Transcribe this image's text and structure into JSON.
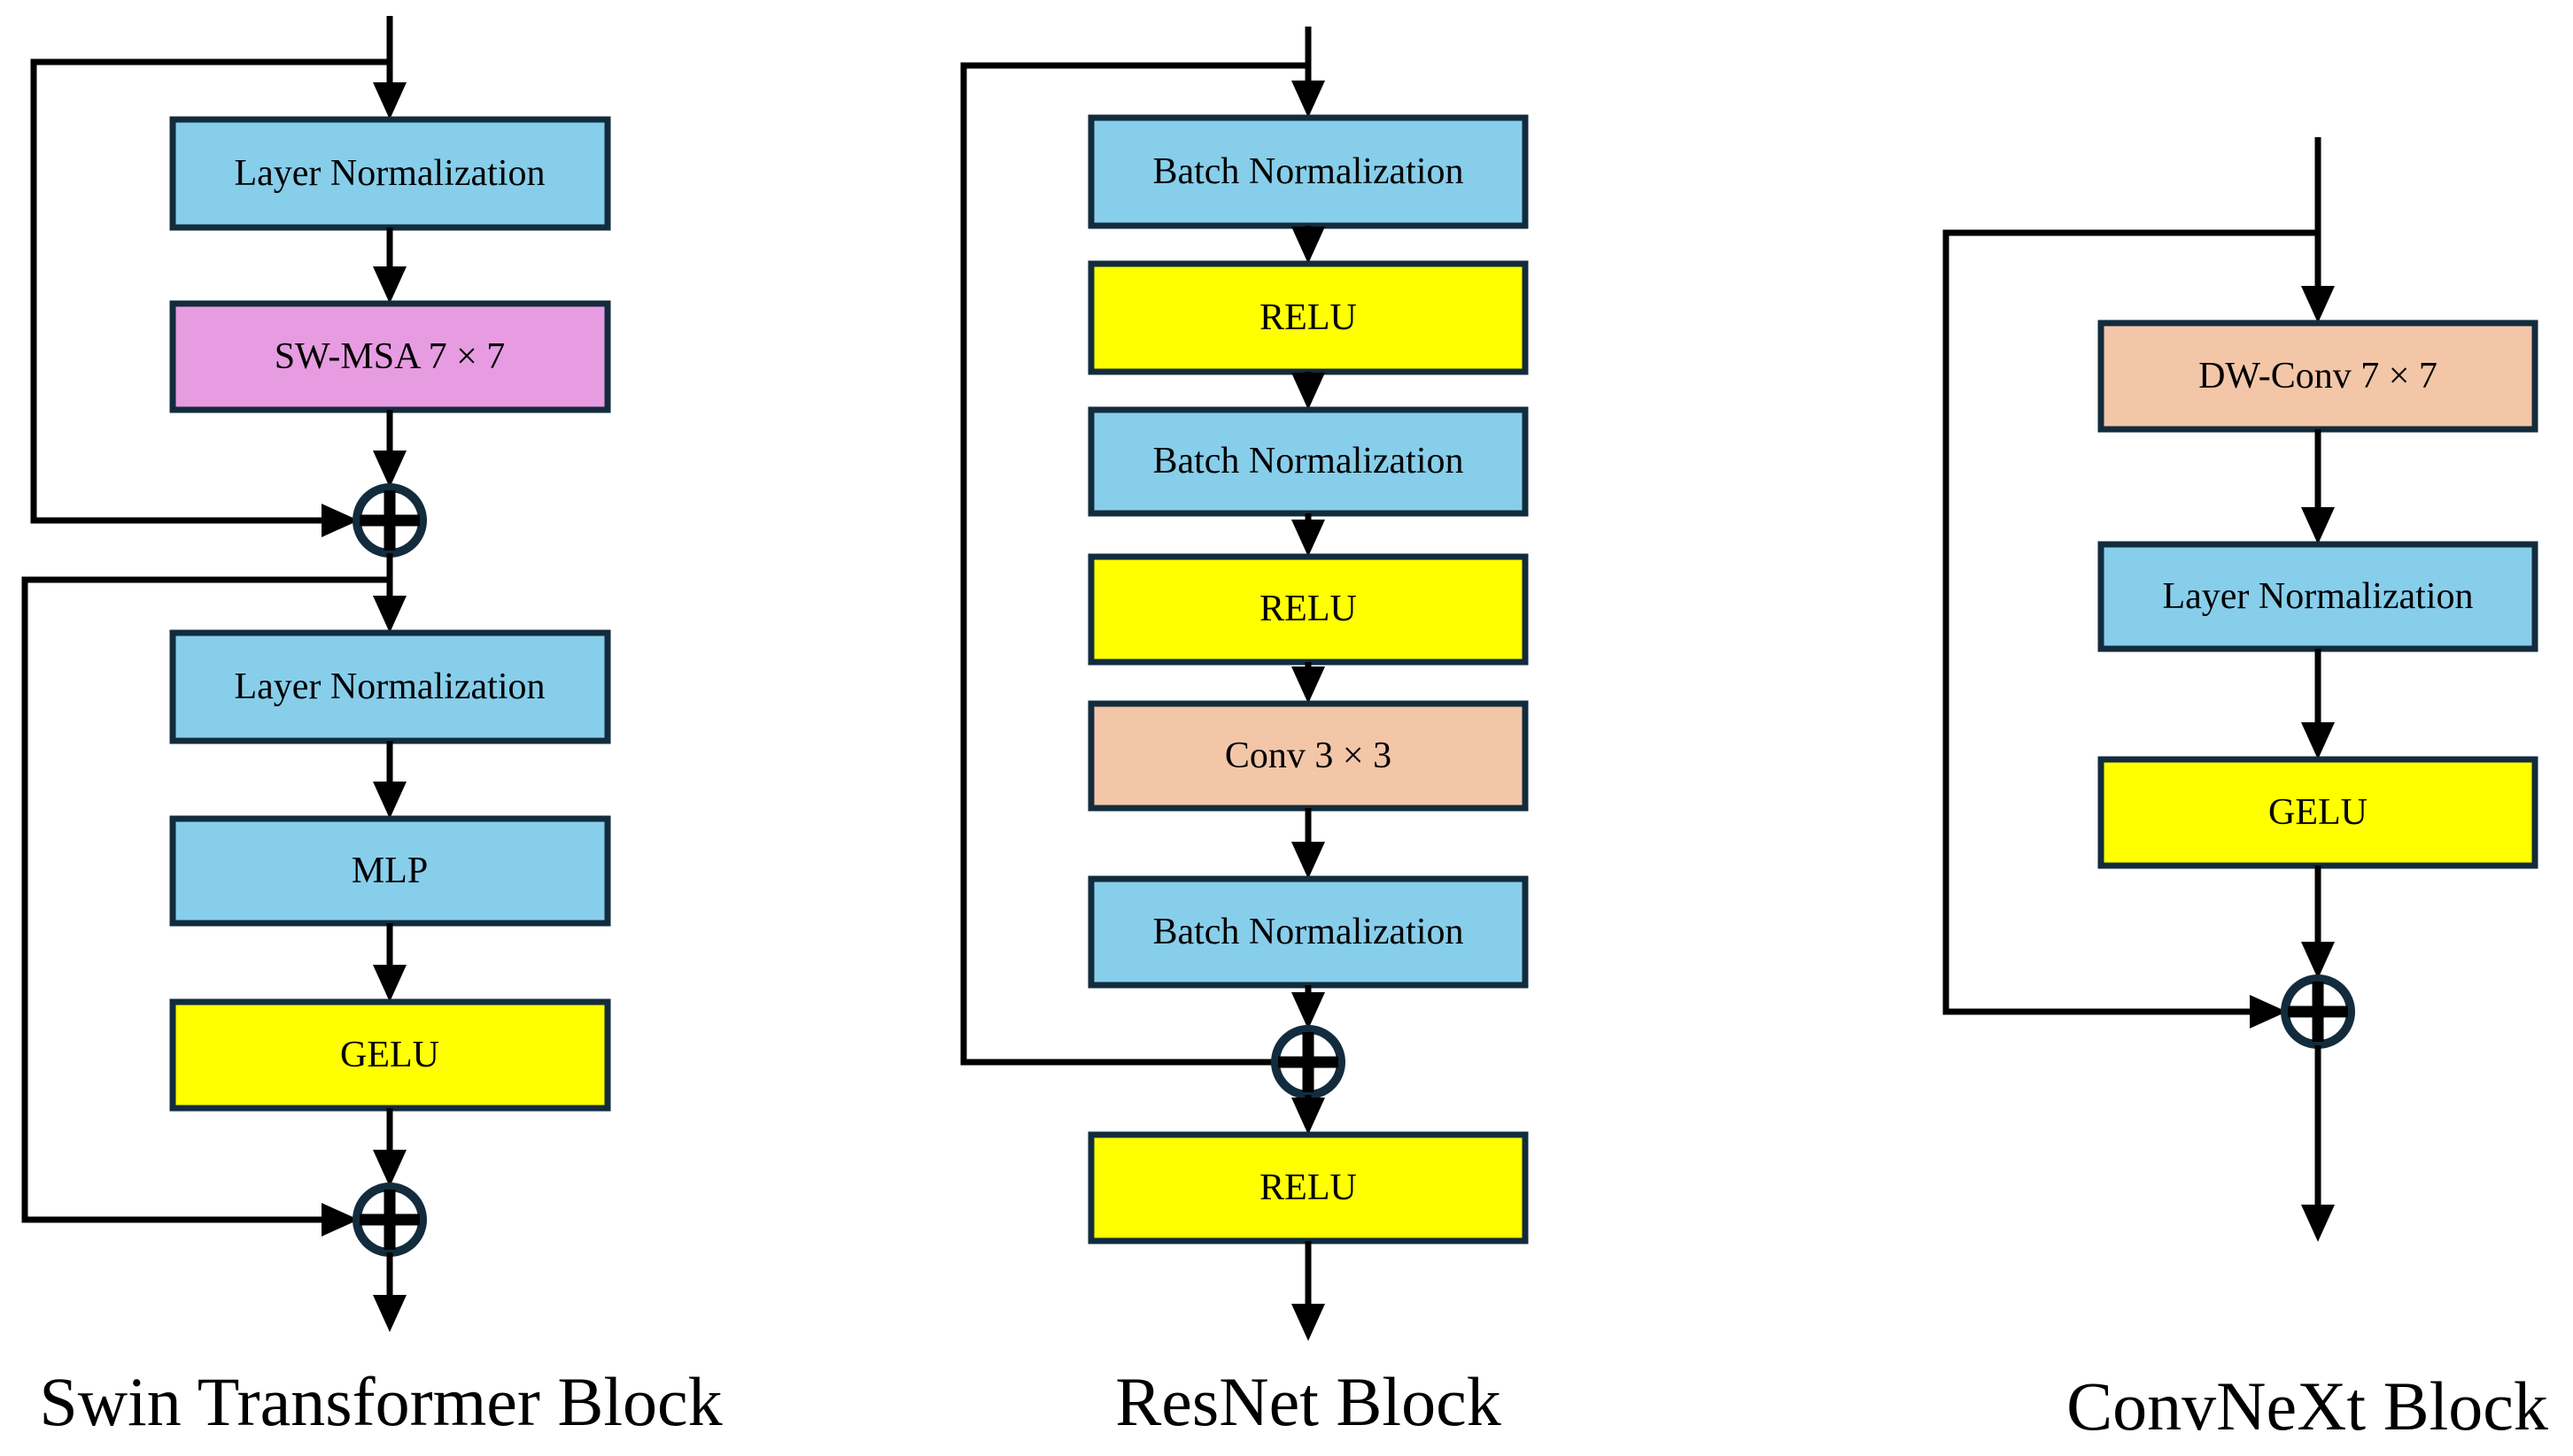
{
  "palette": {
    "blue": "#87CEEB",
    "pink": "#E79CE1",
    "yellow": "#FFFF00",
    "salmon": "#F3C6A8",
    "border": "#132C3D",
    "line": "#000000",
    "background": "#FFFFFF"
  },
  "columns": [
    {
      "title": "Swin Transformer Block",
      "blocks": [
        {
          "label": "Layer Normalization",
          "color": "#87CEEB"
        },
        {
          "label": "SW-MSA 7 × 7",
          "color": "#E79CE1"
        },
        {
          "label": "Layer Normalization",
          "color": "#87CEEB"
        },
        {
          "label": "MLP",
          "color": "#87CEEB"
        },
        {
          "label": "GELU",
          "color": "#FFFF00"
        }
      ]
    },
    {
      "title": "ResNet Block",
      "blocks": [
        {
          "label": "Batch Normalization",
          "color": "#87CEEB"
        },
        {
          "label": "RELU",
          "color": "#FFFF00"
        },
        {
          "label": "Batch Normalization",
          "color": "#87CEEB"
        },
        {
          "label": "RELU",
          "color": "#FFFF00"
        },
        {
          "label": "Conv 3 × 3",
          "color": "#F3C6A8"
        },
        {
          "label": "Batch Normalization",
          "color": "#87CEEB"
        },
        {
          "label": "RELU",
          "color": "#FFFF00"
        }
      ]
    },
    {
      "title": "ConvNeXt Block",
      "blocks": [
        {
          "label": "DW-Conv 7 × 7",
          "color": "#F3C6A8"
        },
        {
          "label": "Layer Normalization",
          "color": "#87CEEB"
        },
        {
          "label": "GELU",
          "color": "#FFFF00"
        }
      ]
    }
  ]
}
